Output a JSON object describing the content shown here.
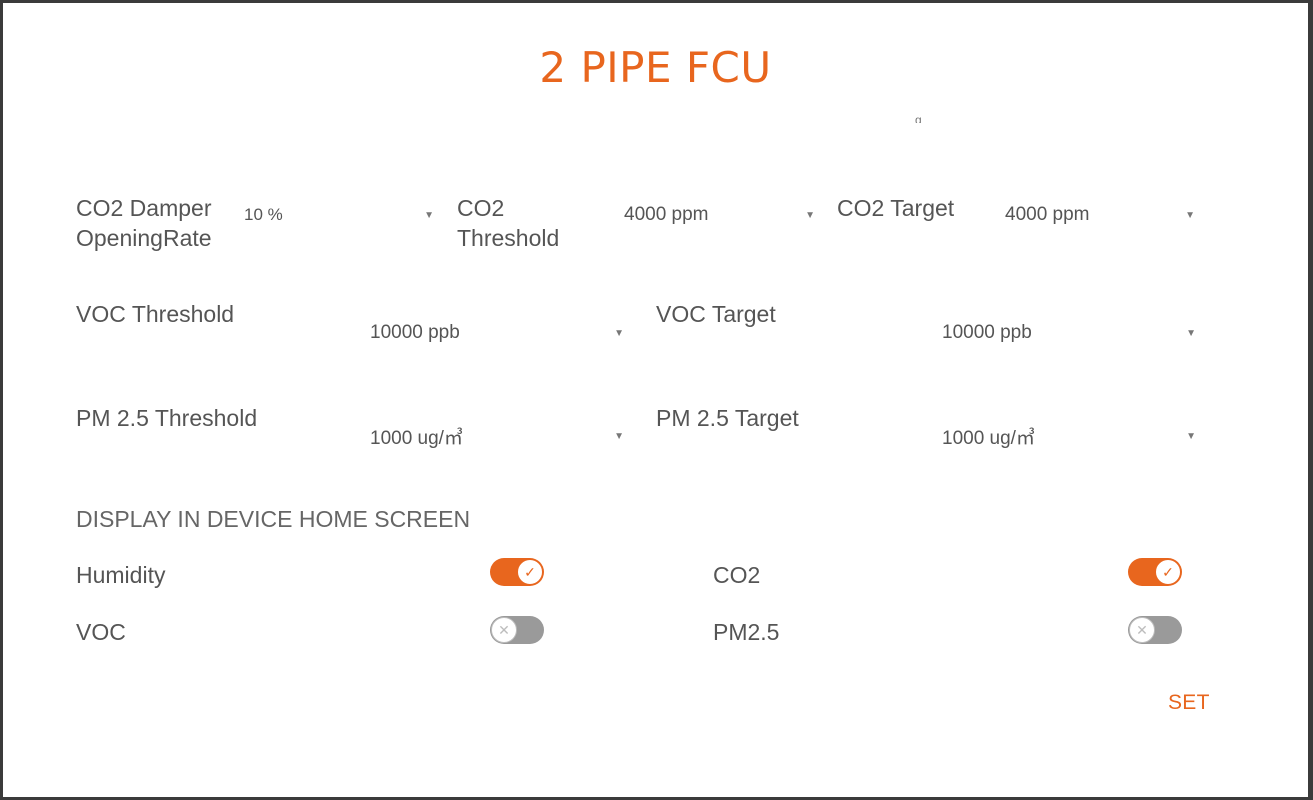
{
  "dialog": {
    "title": "2 PIPE FCU"
  },
  "colors": {
    "accent": "#e8661e",
    "toggle_off": "#9a9a9a",
    "text": "#555555"
  },
  "settings": {
    "co2_damper": {
      "label": "CO2 Damper\nOpeningRate",
      "value": "10 %"
    },
    "co2_threshold": {
      "label": "CO2\nThreshold",
      "value": "4000 ppm"
    },
    "co2_target": {
      "label": "CO2 Target",
      "value": "4000 ppm"
    },
    "voc_threshold": {
      "label": "VOC Threshold",
      "value": "10000 ppb"
    },
    "voc_target": {
      "label": "VOC Target",
      "value": "10000 ppb"
    },
    "pm25_threshold": {
      "label": "PM 2.5 Threshold",
      "value": "1000 ug/㎥"
    },
    "pm25_target": {
      "label": "PM 2.5 Target",
      "value": "1000 ug/㎥"
    }
  },
  "display_section": {
    "heading": "DISPLAY IN DEVICE HOME SCREEN",
    "toggles": [
      {
        "label": "Humidity",
        "on": true,
        "icon": "check-icon"
      },
      {
        "label": "CO2",
        "on": true,
        "icon": "check-icon"
      },
      {
        "label": "VOC",
        "on": false,
        "icon": "x-icon"
      },
      {
        "label": "PM2.5",
        "on": false,
        "icon": "x-icon"
      }
    ]
  },
  "actions": {
    "set_label": "SET"
  }
}
